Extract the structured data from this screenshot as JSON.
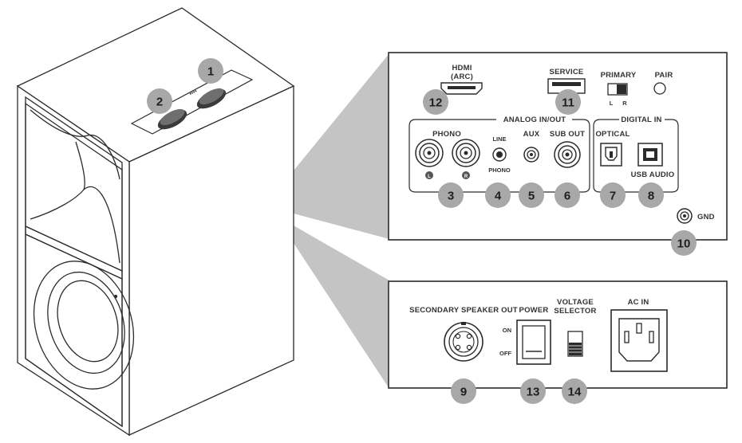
{
  "colors": {
    "background": "#ffffff",
    "stroke": "#2b2b2b",
    "badge_fill": "#a8a8a8",
    "callout_fill": "#c4c4c4",
    "panel_fill": "#ffffff"
  },
  "speaker": {
    "icons": [
      "knob-icon",
      "knob-icon"
    ]
  },
  "badges": [
    "1",
    "2",
    "3",
    "4",
    "5",
    "6",
    "7",
    "8",
    "9",
    "10",
    "11",
    "12",
    "13",
    "14"
  ],
  "top_panel": {
    "hdmi_label_line1": "HDMI",
    "hdmi_label_line2": "(ARC)",
    "service_label": "SERVICE",
    "primary_label": "PRIMARY",
    "primary_left": "L",
    "primary_right": "R",
    "pair_label": "PAIR",
    "analog_group_label": "ANALOG IN/OUT",
    "digital_group_label": "DIGITAL IN",
    "phono_label": "PHONO",
    "phono_left_mark": "L",
    "phono_right_mark": "R",
    "line_label": "LINE",
    "phono_switch_label": "PHONO",
    "aux_label": "AUX",
    "sub_out_label": "SUB OUT",
    "optical_label": "OPTICAL",
    "usb_audio_label": "USB AUDIO",
    "gnd_label": "GND"
  },
  "bottom_panel": {
    "secondary_speaker_label": "SECONDARY SPEAKER OUT",
    "power_label": "POWER",
    "on_label": "ON",
    "off_label": "OFF",
    "voltage_label_line1": "VOLTAGE",
    "voltage_label_line2": "SELECTOR",
    "ac_in_label": "AC IN"
  }
}
